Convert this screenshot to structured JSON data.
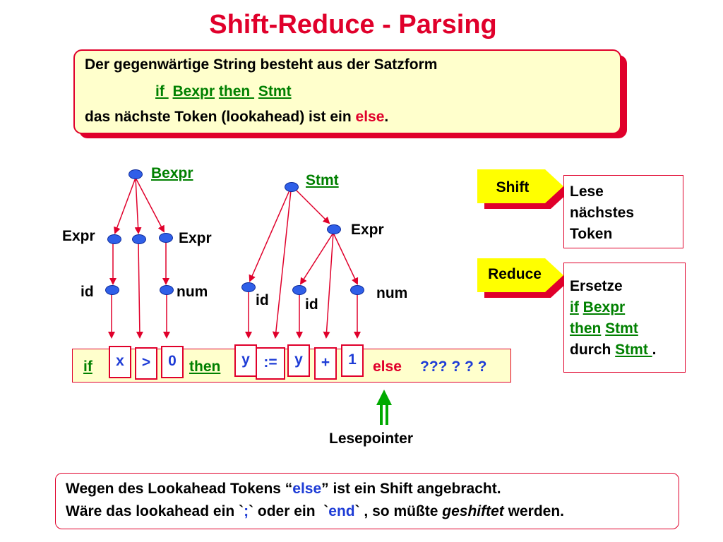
{
  "title": "Shift-Reduce - Parsing",
  "top_box": {
    "line1": "Der gegenwärtige String besteht aus der Satzform",
    "form": [
      "if ",
      "Bexpr",
      "then ",
      "Stmt"
    ],
    "line3_prefix": "das nächste Token (lookahead) ist ein ",
    "line3_token": "else",
    "line3_suffix": "."
  },
  "tree": {
    "root1": "Bexpr",
    "root2": "Stmt",
    "expr_left": "Expr",
    "expr_mid": "Expr",
    "expr_right": "Expr",
    "id1": "id",
    "num1": "num",
    "id2": "id",
    "id3": "id",
    "num2": "num"
  },
  "input": {
    "if": "if",
    "then": "then",
    "tokens": [
      "x",
      ">",
      "0",
      "y",
      ":=",
      "y",
      "+",
      "1"
    ],
    "else": "else",
    "rest": "??? ? ? ?"
  },
  "pointer_label": "Lesepointer",
  "shift": {
    "label": "Shift",
    "desc_lines": [
      "Lese",
      "nächstes",
      "Token"
    ]
  },
  "reduce": {
    "label": "Reduce",
    "l1": "Ersetze",
    "l2": "if",
    "l2b": "Bexpr",
    "l3": "then",
    "l3b": "Stmt",
    "l4": "durch ",
    "l4b": "Stmt ",
    "l4c": "."
  },
  "bottom": {
    "a1": "Wegen des Lookahead Tokens “",
    "a2": "else",
    "a3": "” ist ein Shift angebracht.",
    "b1": "Wäre das lookahead ein `",
    "b2": ";",
    "b3": "` oder ein  `",
    "b4": "end",
    "b5": "` , so müßte ",
    "b6": "geshiftet",
    "b7": " werden."
  },
  "colors": {
    "accent": "#e0002b",
    "box_bg": "#ffffcc",
    "node": "#2f5fe8",
    "green": "#008000",
    "pointer": "#00aa00"
  }
}
